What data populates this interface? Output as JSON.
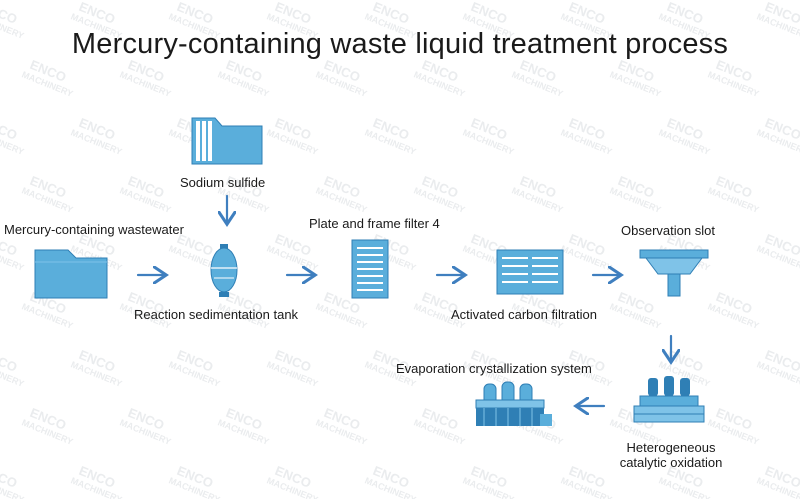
{
  "title": "Mercury-containing waste liquid treatment process",
  "watermark": "ENCO MACHINERY",
  "colors": {
    "equipment": "#5aaedb",
    "equipment_dark": "#2f7fb5",
    "arrow": "#3f7fbf",
    "text": "#1a1a1a"
  },
  "nodes": {
    "sodium_sulfide": "Sodium sulfide",
    "wastewater": "Mercury-containing wastewater",
    "reaction_tank": "Reaction sedimentation tank",
    "plate_filter": "Plate and frame filter 4",
    "carbon_filtration": "Activated carbon filtration",
    "observation_slot": "Observation slot",
    "evaporation": "Evaporation crystallization system",
    "catalytic_line1": "Heterogeneous",
    "catalytic_line2": "catalytic oxidation"
  }
}
